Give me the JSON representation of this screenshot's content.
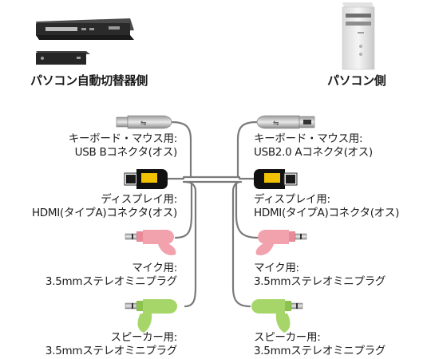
{
  "headings": {
    "left": "パソコン自動切替器側",
    "right": "パソコン側"
  },
  "left_labels": {
    "usb": [
      "キーボード・マウス用:",
      "USB Bコネクタ(オス)"
    ],
    "hdmi": [
      "ディスプレイ用:",
      "HDMI(タイプA)コネクタ(オス)"
    ],
    "mic": [
      "マイク用:",
      "3.5mmステレオミニプラグ"
    ],
    "speaker": [
      "スピーカー用:",
      "3.5mmステレオミニプラグ"
    ]
  },
  "right_labels": {
    "usb": [
      "キーボード・マウス用:",
      "USB2.0 Aコネクタ(オス)"
    ],
    "hdmi": [
      "ディスプレイ用:",
      "HDMI(タイプA)コネクタ(オス)"
    ],
    "mic": [
      "マイク用:",
      "3.5mmステレオミニプラグ"
    ],
    "speaker": [
      "スピーカー用:",
      "3.5mmステレオミニプラグ"
    ]
  },
  "colors": {
    "cable": "#7a7a7a",
    "hdmi_left": "#f2c200",
    "hdmi_right": "#f2c200",
    "mic": "#f2a2ad",
    "speaker": "#a6d66a"
  },
  "icons": [
    "kvm-switch-icon",
    "pc-tower-icon",
    "usb-b-plug-icon",
    "usb-a-plug-icon",
    "hdmi-plug-icon",
    "audio-mini-plug-icon"
  ]
}
